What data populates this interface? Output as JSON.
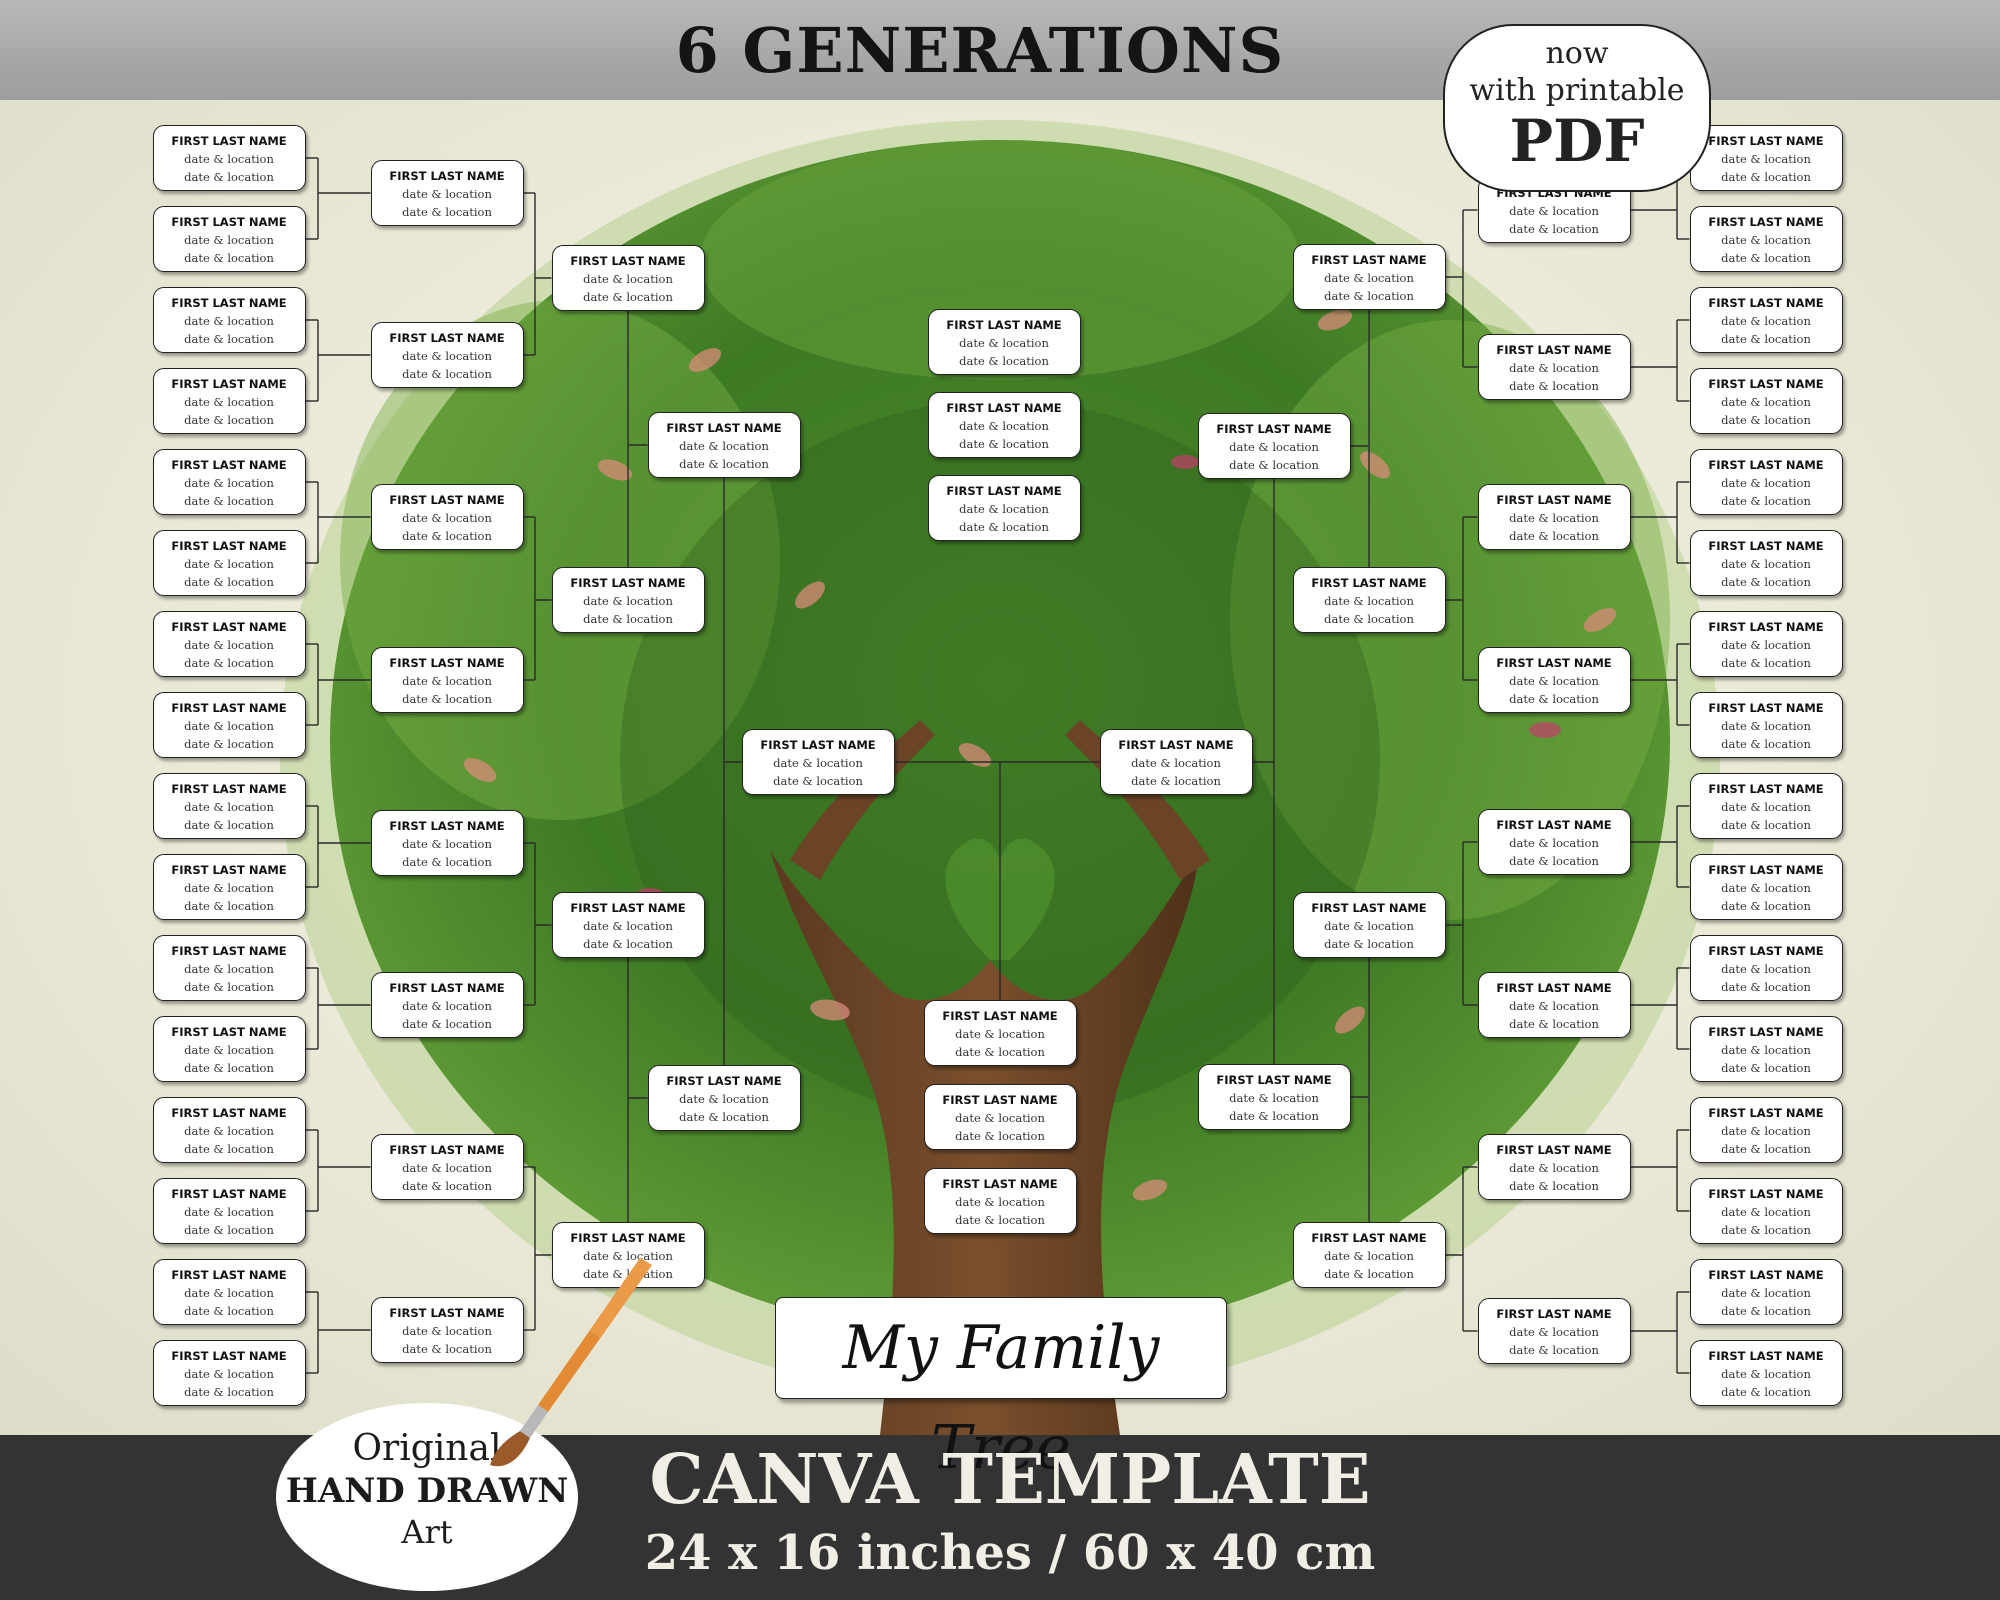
{
  "header": {
    "title": "6 GENERATIONS"
  },
  "pdf_badge": {
    "line1": "now",
    "line2": "with printable",
    "line3": "PDF"
  },
  "node_template": {
    "name": "FIRST LAST NAME",
    "detail": "date & location"
  },
  "banner": {
    "text": "My Family Tree"
  },
  "footer": {
    "title": "CANVA TEMPLATE",
    "size": "24 x 16 inches / 60 x 40 cm"
  },
  "art_badge": {
    "line1": "Original",
    "line2": "HAND DRAWN",
    "line3": "Art"
  },
  "colors": {
    "leaf_dark": "#2f6b1e",
    "leaf_mid": "#4f8f2c",
    "leaf_light": "#8fc25a",
    "trunk": "#6b4426",
    "band_dark": "#333333"
  }
}
